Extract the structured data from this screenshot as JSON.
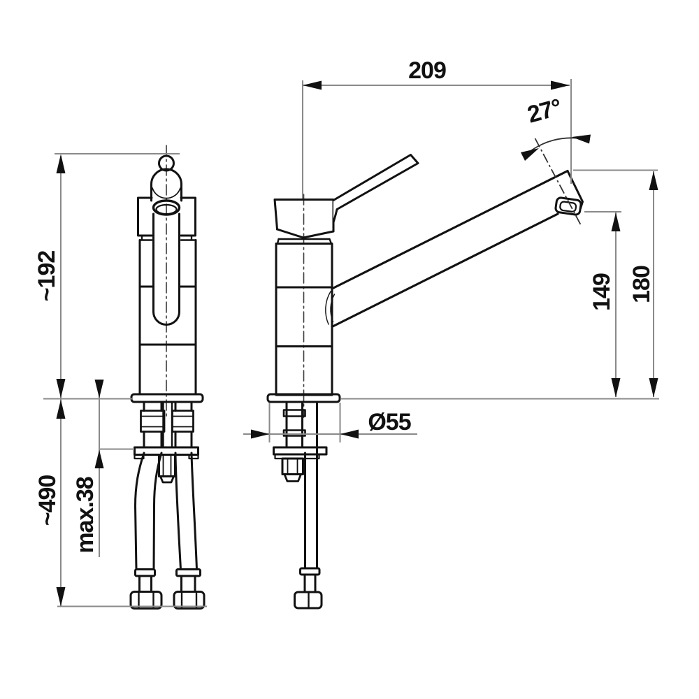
{
  "drawing": {
    "dimensions": {
      "spout_reach": "209",
      "spout_angle": "27°",
      "body_height": "~192",
      "hose_length": "~490",
      "mounting_thickness": "max.38",
      "base_diameter": "Ø55",
      "outlet_height": "149",
      "total_height": "180"
    },
    "colors": {
      "object_line": "#121212",
      "dimension_line": "#8a8a8a",
      "background": "#ffffff"
    }
  }
}
